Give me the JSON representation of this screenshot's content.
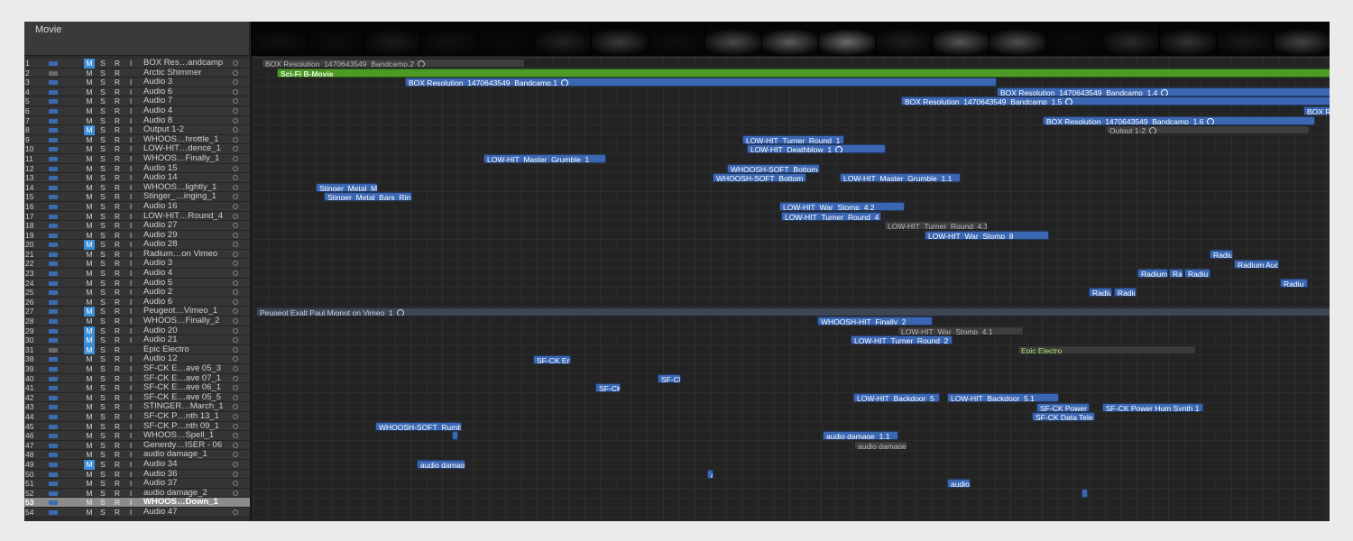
{
  "header": {
    "title": "Movie"
  },
  "film_strip": {
    "frames": 19
  },
  "tracks": [
    {
      "num": "1",
      "name": "BOX Res…andcamp",
      "m": true,
      "i": true
    },
    {
      "num": "2",
      "name": "Arctic Shimmer",
      "m": false,
      "i": false,
      "icon": "synth-icon"
    },
    {
      "num": "3",
      "name": "Audio 3",
      "m": false,
      "i": true
    },
    {
      "num": "4",
      "name": "Audio 6",
      "m": false,
      "i": true
    },
    {
      "num": "5",
      "name": "Audio 7",
      "m": false,
      "i": true
    },
    {
      "num": "6",
      "name": "Audio 4",
      "m": false,
      "i": true
    },
    {
      "num": "7",
      "name": "Audio 8",
      "m": false,
      "i": true
    },
    {
      "num": "8",
      "name": "Output 1-2",
      "m": true,
      "i": true
    },
    {
      "num": "9",
      "name": "WHOOS…hrottle_1",
      "m": false,
      "i": true
    },
    {
      "num": "10",
      "name": "LOW-HIT…dence_1",
      "m": false,
      "i": true
    },
    {
      "num": "11",
      "name": "WHOOS…Finally_1",
      "m": false,
      "i": true
    },
    {
      "num": "12",
      "name": "Audio 15",
      "m": false,
      "i": true
    },
    {
      "num": "13",
      "name": "Audio 14",
      "m": false,
      "i": true
    },
    {
      "num": "14",
      "name": "WHOOS…lightly_1",
      "m": false,
      "i": true
    },
    {
      "num": "15",
      "name": "Stinger_…inging_1",
      "m": false,
      "i": true
    },
    {
      "num": "16",
      "name": "Audio 16",
      "m": false,
      "i": true
    },
    {
      "num": "17",
      "name": "LOW-HIT…Round_4",
      "m": false,
      "i": true
    },
    {
      "num": "18",
      "name": "Audio 27",
      "m": false,
      "i": true
    },
    {
      "num": "19",
      "name": "Audio 29",
      "m": false,
      "i": true
    },
    {
      "num": "20",
      "name": "Audio 28",
      "m": true,
      "i": true
    },
    {
      "num": "21",
      "name": "Radium…on Vimeo",
      "m": false,
      "i": true
    },
    {
      "num": "22",
      "name": "Audio 3",
      "m": false,
      "i": true
    },
    {
      "num": "23",
      "name": "Audio 4",
      "m": false,
      "i": true
    },
    {
      "num": "24",
      "name": "Audio 5",
      "m": false,
      "i": true
    },
    {
      "num": "25",
      "name": "Audio 2",
      "m": false,
      "i": true
    },
    {
      "num": "26",
      "name": "Audio 6",
      "m": false,
      "i": true
    },
    {
      "num": "27",
      "name": "Peugeot…Vimeo_1",
      "m": true,
      "i": true
    },
    {
      "num": "28",
      "name": "WHOOS…Finally_2",
      "m": false,
      "i": true
    },
    {
      "num": "29",
      "name": "Audio 20",
      "m": true,
      "i": true
    },
    {
      "num": "30",
      "name": "Audio 21",
      "m": true,
      "i": true
    },
    {
      "num": "31",
      "name": "Epic Electro",
      "m": true,
      "i": false,
      "icon": "drummer-icon"
    },
    {
      "num": "38",
      "name": "Audio 12",
      "m": false,
      "i": true
    },
    {
      "num": "39",
      "name": "SF-CK E…ave 05_3",
      "m": false,
      "i": true
    },
    {
      "num": "40",
      "name": "SF-CK E…ave 07_1",
      "m": false,
      "i": true
    },
    {
      "num": "41",
      "name": "SF-CK E…ave 06_1",
      "m": false,
      "i": true
    },
    {
      "num": "42",
      "name": "SF-CK E…ave 05_5",
      "m": false,
      "i": true
    },
    {
      "num": "43",
      "name": "STINGER…March_1",
      "m": false,
      "i": true
    },
    {
      "num": "44",
      "name": "SF-CK P…nth 13_1",
      "m": false,
      "i": true
    },
    {
      "num": "45",
      "name": "SF-CK P…nth 09_1",
      "m": false,
      "i": true
    },
    {
      "num": "46",
      "name": "WHOOS…Spell_1",
      "m": false,
      "i": true
    },
    {
      "num": "47",
      "name": "Generdy…ISER - 06",
      "m": false,
      "i": true
    },
    {
      "num": "48",
      "name": "audio damage_1",
      "m": false,
      "i": true
    },
    {
      "num": "49",
      "name": "Audio 34",
      "m": true,
      "i": true
    },
    {
      "num": "50",
      "name": "Audio 36",
      "m": false,
      "i": true
    },
    {
      "num": "51",
      "name": "Audio 37",
      "m": false,
      "i": true
    },
    {
      "num": "52",
      "name": "audio damage_2",
      "m": false,
      "i": true
    },
    {
      "num": "53",
      "name": "WHOOS…Down_1",
      "m": false,
      "i": true,
      "selected": true
    },
    {
      "num": "54",
      "name": "Audio 47",
      "m": false,
      "i": true
    }
  ],
  "buttons": {
    "mute": "M",
    "solo": "S",
    "record": "R",
    "input": "I"
  },
  "regions": [
    {
      "lane": 0,
      "start": 10,
      "end": 302,
      "name": "BOX Resolution_1470643549_Bandcamp.2",
      "type": "dim",
      "loop": true
    },
    {
      "lane": 1,
      "start": 27,
      "end": 1447,
      "name": "Sci-Fi B-Movie",
      "type": "green"
    },
    {
      "lane": 2,
      "start": 169,
      "end": 825,
      "name": "BOX Resolution_1470643549_Bandcamp.1",
      "type": "audio",
      "loop": true
    },
    {
      "lane": 3,
      "start": 825,
      "end": 1447,
      "name": "BOX Resolution_1470643549_Bandcamp_1.4",
      "type": "audio",
      "loop": true
    },
    {
      "lane": 4,
      "start": 719,
      "end": 1447,
      "name": "BOX Resolution_1470643549_Bandcamp_1.5",
      "type": "audio",
      "loop": true
    },
    {
      "lane": 5,
      "start": 1165,
      "end": 1447,
      "name": "BOX Resolution",
      "type": "audio"
    },
    {
      "lane": 6,
      "start": 876,
      "end": 1178,
      "name": "BOX Resolution_1470643549_Bandcamp_1.6",
      "type": "audio",
      "loop": true
    },
    {
      "lane": 7,
      "start": 946,
      "end": 1172,
      "name": "Output 1-2",
      "type": "dim",
      "loop": true
    },
    {
      "lane": 8,
      "start": 543,
      "end": 656,
      "name": "LOW-HIT_Turner_Round_1",
      "type": "audio"
    },
    {
      "lane": 9,
      "start": 548,
      "end": 702,
      "name": "LOW-HIT_Deathblow_1",
      "type": "audio",
      "loop": true
    },
    {
      "lane": 10,
      "start": 256,
      "end": 392,
      "name": "LOW-HIT_Master_Grumble_1",
      "type": "audio"
    },
    {
      "lane": 11,
      "start": 526,
      "end": 629,
      "name": "WHOOSH-SOFT_Bottom",
      "type": "audio"
    },
    {
      "lane": 12,
      "start": 510,
      "end": 614,
      "name": "WHOOSH-SOFT_Bottom",
      "type": "audio"
    },
    {
      "lane": 12,
      "start": 651,
      "end": 785,
      "name": "LOW-HIT_Master_Grumble_1.1",
      "type": "audio"
    },
    {
      "lane": 13,
      "start": 70,
      "end": 139,
      "name": "Stinger_Metal_M",
      "type": "audio"
    },
    {
      "lane": 14,
      "start": 79,
      "end": 177,
      "name": "Stinger_Metal_Bars_Rin",
      "type": "audio"
    },
    {
      "lane": 15,
      "start": 584,
      "end": 723,
      "name": "LOW-HIT_War_Stomp_4.2",
      "type": "audio"
    },
    {
      "lane": 16,
      "start": 586,
      "end": 697,
      "name": "LOW-HIT_Turner_Round_4",
      "type": "audio"
    },
    {
      "lane": 17,
      "start": 700,
      "end": 815,
      "name": "LOW-HIT_Turner_Round_4.1",
      "type": "dim"
    },
    {
      "lane": 18,
      "start": 745,
      "end": 883,
      "name": "LOW-HIT_War_Stomp_8",
      "type": "audio"
    },
    {
      "lane": 20,
      "start": 1061,
      "end": 1087,
      "name": "Radiu",
      "type": "audio"
    },
    {
      "lane": 21,
      "start": 1088,
      "end": 1138,
      "name": "Radium Auc",
      "type": "audio"
    },
    {
      "lane": 22,
      "start": 981,
      "end": 1015,
      "name": "Radium",
      "type": "audio"
    },
    {
      "lane": 22,
      "start": 1016,
      "end": 1032,
      "name": "Ra",
      "type": "audio"
    },
    {
      "lane": 22,
      "start": 1033,
      "end": 1062,
      "name": "Radiu",
      "type": "audio"
    },
    {
      "lane": 23,
      "start": 1139,
      "end": 1170,
      "name": "Radiu",
      "type": "audio"
    },
    {
      "lane": 24,
      "start": 927,
      "end": 953,
      "name": "Radiu",
      "type": "audio"
    },
    {
      "lane": 24,
      "start": 955,
      "end": 980,
      "name": "Radiu",
      "type": "audio"
    },
    {
      "lane": 26,
      "start": 4,
      "end": 1447,
      "name": "Peugeot Exalt Paul Mignot on Vimeo_1",
      "type": "video",
      "loop": true
    },
    {
      "lane": 27,
      "start": 626,
      "end": 754,
      "name": "WHOOSH-HIT_Finally_2",
      "type": "audio"
    },
    {
      "lane": 28,
      "start": 715,
      "end": 855,
      "name": "LOW-HIT_War_Stomp_4.1",
      "type": "dim"
    },
    {
      "lane": 29,
      "start": 663,
      "end": 776,
      "name": "LOW-HIT_Turner_Round_2",
      "type": "audio"
    },
    {
      "lane": 30,
      "start": 848,
      "end": 1046,
      "name": "Epic Electro",
      "type": "dgreen"
    },
    {
      "lane": 31,
      "start": 311,
      "end": 353,
      "name": "SF-CK En",
      "type": "audio"
    },
    {
      "lane": 33,
      "start": 449,
      "end": 475,
      "name": "SF-Cl",
      "type": "audio"
    },
    {
      "lane": 34,
      "start": 380,
      "end": 408,
      "name": "SF-CK",
      "type": "audio"
    },
    {
      "lane": 35,
      "start": 666,
      "end": 762,
      "name": "LOW-HIT_Backdoor_5",
      "type": "audio"
    },
    {
      "lane": 35,
      "start": 770,
      "end": 894,
      "name": "LOW-HIT_Backdoor_5.1",
      "type": "audio"
    },
    {
      "lane": 36,
      "start": 869,
      "end": 928,
      "name": "SF-CK Power",
      "type": "audio"
    },
    {
      "lane": 36,
      "start": 942,
      "end": 1054,
      "name": "SF-CK Power Hum Synth 1",
      "type": "audio"
    },
    {
      "lane": 37,
      "start": 864,
      "end": 934,
      "name": "SF-CK Data Tele",
      "type": "audio"
    },
    {
      "lane": 38,
      "start": 136,
      "end": 232,
      "name": "WHOOSH-SOFT_Rumb",
      "type": "audio"
    },
    {
      "lane": 39,
      "start": 221,
      "end": 228,
      "name": "",
      "type": "audio"
    },
    {
      "lane": 39,
      "start": 632,
      "end": 716,
      "name": "audio damage_1.1",
      "type": "audio"
    },
    {
      "lane": 40,
      "start": 667,
      "end": 726,
      "name": "audio damage",
      "type": "dim"
    },
    {
      "lane": 42,
      "start": 182,
      "end": 236,
      "name": "audio damag",
      "type": "audio"
    },
    {
      "lane": 43,
      "start": 504,
      "end": 511,
      "name": "a",
      "type": "audio"
    },
    {
      "lane": 44,
      "start": 770,
      "end": 796,
      "name": "audio",
      "type": "audio"
    },
    {
      "lane": 45,
      "start": 919,
      "end": 926,
      "name": "",
      "type": "audio"
    }
  ]
}
